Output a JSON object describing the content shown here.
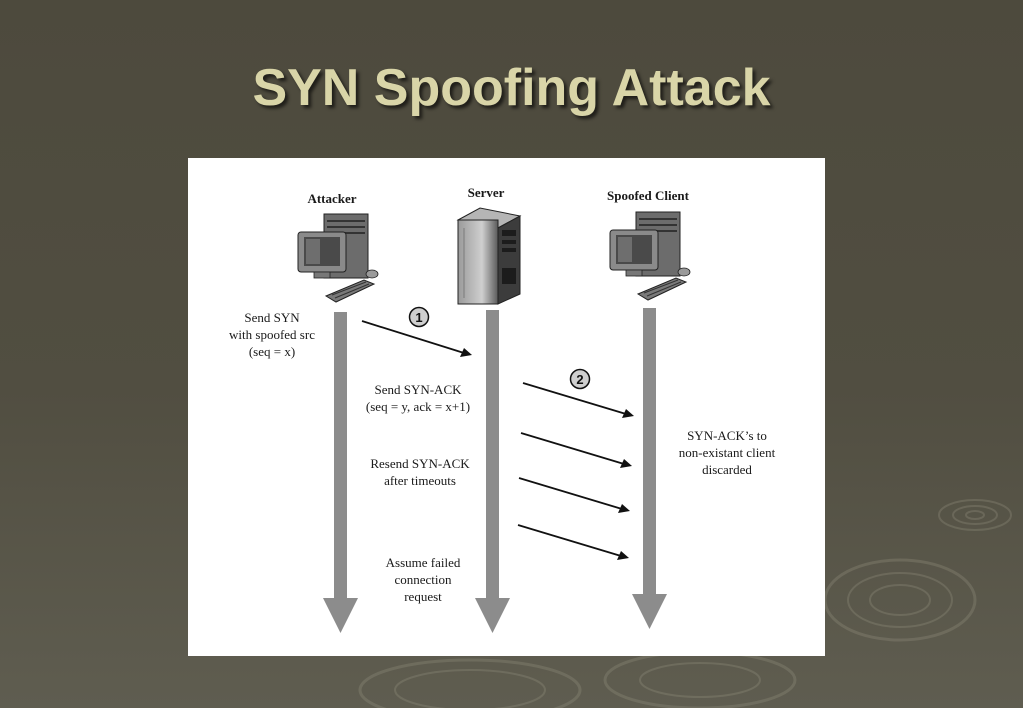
{
  "title": "SYN Spoofing Attack",
  "actors": {
    "attacker": "Attacker",
    "server": "Server",
    "spoofed_client": "Spoofed Client"
  },
  "steps": {
    "step1_number": "1",
    "step2_number": "2"
  },
  "labels": {
    "send_syn": [
      "Send SYN",
      "with spoofed src",
      "(seq = x)"
    ],
    "send_syn_ack": [
      "Send SYN-ACK",
      "(seq = y, ack = x+1)"
    ],
    "resend_syn_ack": [
      "Resend SYN-ACK",
      "after timeouts"
    ],
    "assume_failed": [
      "Assume failed",
      "connection",
      "request"
    ],
    "discarded": [
      "SYN-ACK’s to",
      "non-existant client",
      "discarded"
    ]
  },
  "colors": {
    "background": "#4f4c3f",
    "title": "#d9d5a8",
    "timeline": "#8c8c8c",
    "arrow": "#111111"
  }
}
